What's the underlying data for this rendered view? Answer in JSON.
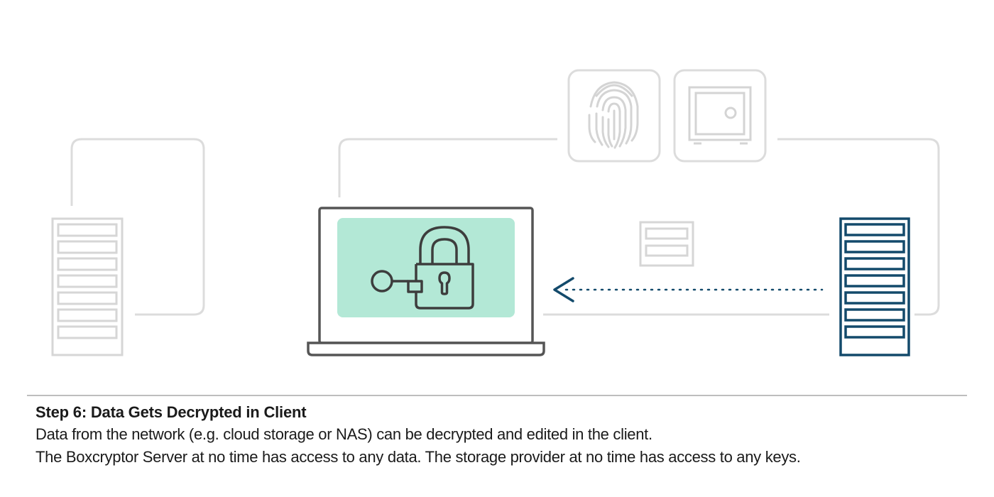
{
  "caption": {
    "title": "Step 6: Data Gets Decrypted in Client",
    "line1": "Data from the network (e.g. cloud storage or NAS) can be decrypted and edited in the client.",
    "line2": "The Boxcryptor Server at no time has access to any data. The storage provider at no time has access to any keys."
  },
  "colors": {
    "muted_gray": "#dcdcdc",
    "laptop_outline": "#555555",
    "screen_fill": "#b3e8d6",
    "active_server": "#134a6b",
    "lock_icon": "#3d3d3d"
  },
  "icons": {
    "left_server": "server-rack-icon",
    "laptop": "laptop-icon",
    "key_lock": "key-and-padlock-icon",
    "fingerprint": "fingerprint-icon",
    "safe": "safe-icon",
    "data_block": "data-block-icon",
    "transfer_arrow": "dotted-left-arrow-icon",
    "right_server": "storage-server-icon"
  }
}
